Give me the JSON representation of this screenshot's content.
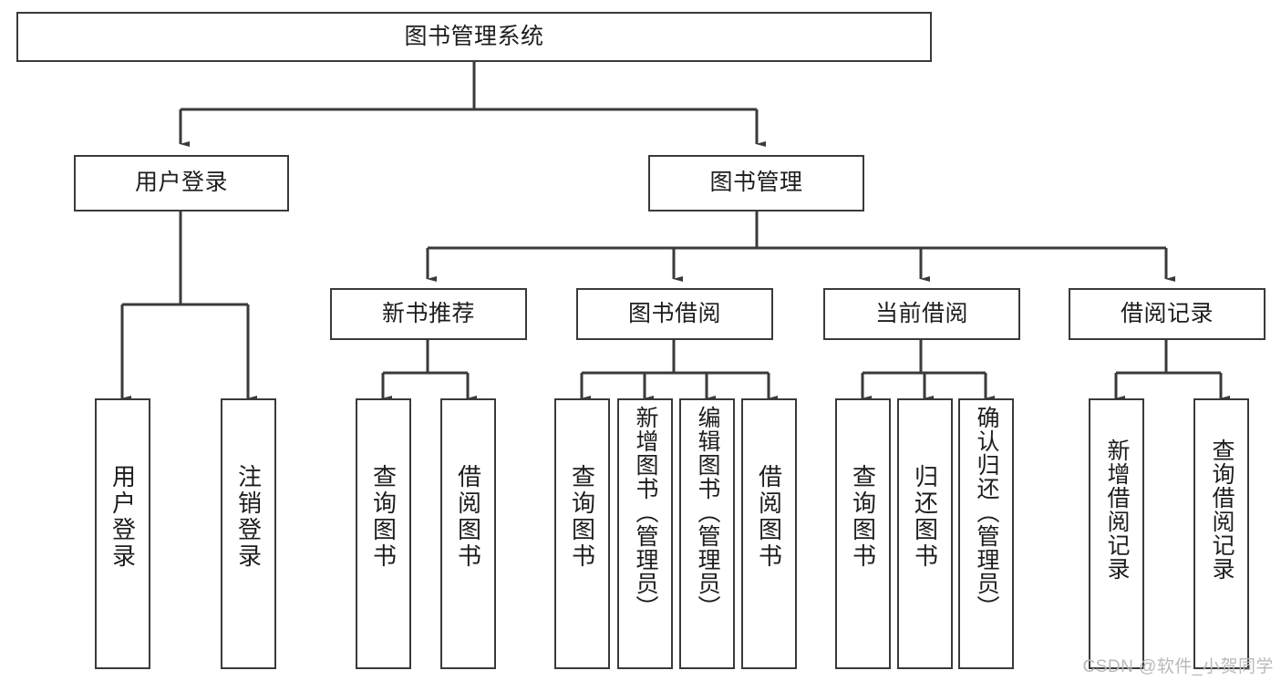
{
  "diagram": {
    "title": "图书管理系统",
    "type": "tree-hierarchy",
    "watermark": "CSDN @软件_小贺同学",
    "colors": {
      "stroke": "#3a3a3a",
      "text": "#1d1d1d",
      "background": "#ffffff",
      "watermark": "#b9b9b9"
    },
    "root": {
      "label": "图书管理系统"
    },
    "level2": [
      {
        "label": "用户登录"
      },
      {
        "label": "图书管理"
      }
    ],
    "level3": [
      {
        "label": "新书推荐"
      },
      {
        "label": "图书借阅"
      },
      {
        "label": "当前借阅"
      },
      {
        "label": "借阅记录"
      }
    ],
    "leaves": {
      "user_login": [
        {
          "label": "用户登录"
        },
        {
          "label": "注销登录"
        }
      ],
      "new_book": [
        {
          "label": "查询图书"
        },
        {
          "label": "借阅图书"
        }
      ],
      "book_borrow": [
        {
          "label": "查询图书"
        },
        {
          "label": "新增图书（管理员）"
        },
        {
          "label": "编辑图书（管理员）"
        },
        {
          "label": "借阅图书"
        }
      ],
      "current_borrow": [
        {
          "label": "查询图书"
        },
        {
          "label": "归还图书"
        },
        {
          "label": "确认归还（管理员）"
        }
      ],
      "borrow_record": [
        {
          "label": "新增借阅记录"
        },
        {
          "label": "查询借阅记录"
        }
      ]
    }
  }
}
